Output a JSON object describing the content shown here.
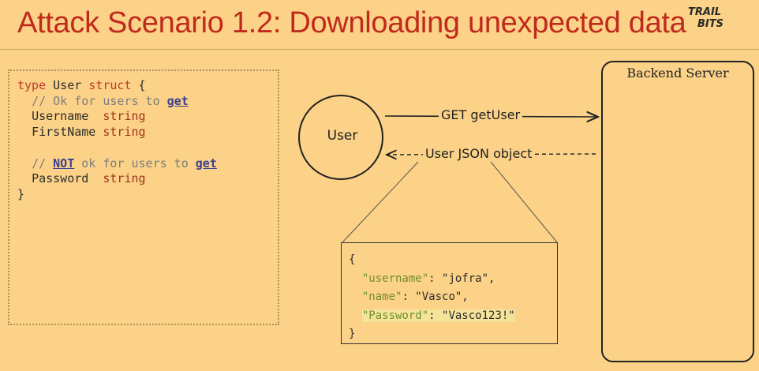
{
  "header": {
    "title": "Attack Scenario 1.2: Downloading unexpected data",
    "logo_line1": "TRAIL",
    "logo_line2": "BITS"
  },
  "code": {
    "line1_kw": "type",
    "line1_name": "User",
    "line1_kw2": "struct",
    "line1_brace": "{",
    "comment1_prefix": "// Ok for users to ",
    "comment1_bold": "get",
    "field1_name": "Username",
    "field1_type": "string",
    "field2_name": "FirstName",
    "field2_type": "string",
    "comment2_prefix": "// ",
    "comment2_bold1": "NOT",
    "comment2_mid": " ok for users to ",
    "comment2_bold2": "get",
    "field3_name": "Password",
    "field3_type": "string",
    "close_brace": "}"
  },
  "diagram": {
    "user_label": "User",
    "server_label": "Backend Server",
    "request_label": "GET getUser",
    "response_label": "User JSON object"
  },
  "json_popup": {
    "open": "{",
    "line1_key": "\"username\"",
    "line1_val": ": \"jofra\",",
    "line2_key": "\"name\"",
    "line2_val": ": \"Vasco\",",
    "line3_key": "\"Password\"",
    "line3_val": ": \"Vasco123!\"",
    "close": "}"
  },
  "colors": {
    "background": "#fbd287",
    "title": "#c02a1d",
    "highlight": "#f6e39a"
  }
}
